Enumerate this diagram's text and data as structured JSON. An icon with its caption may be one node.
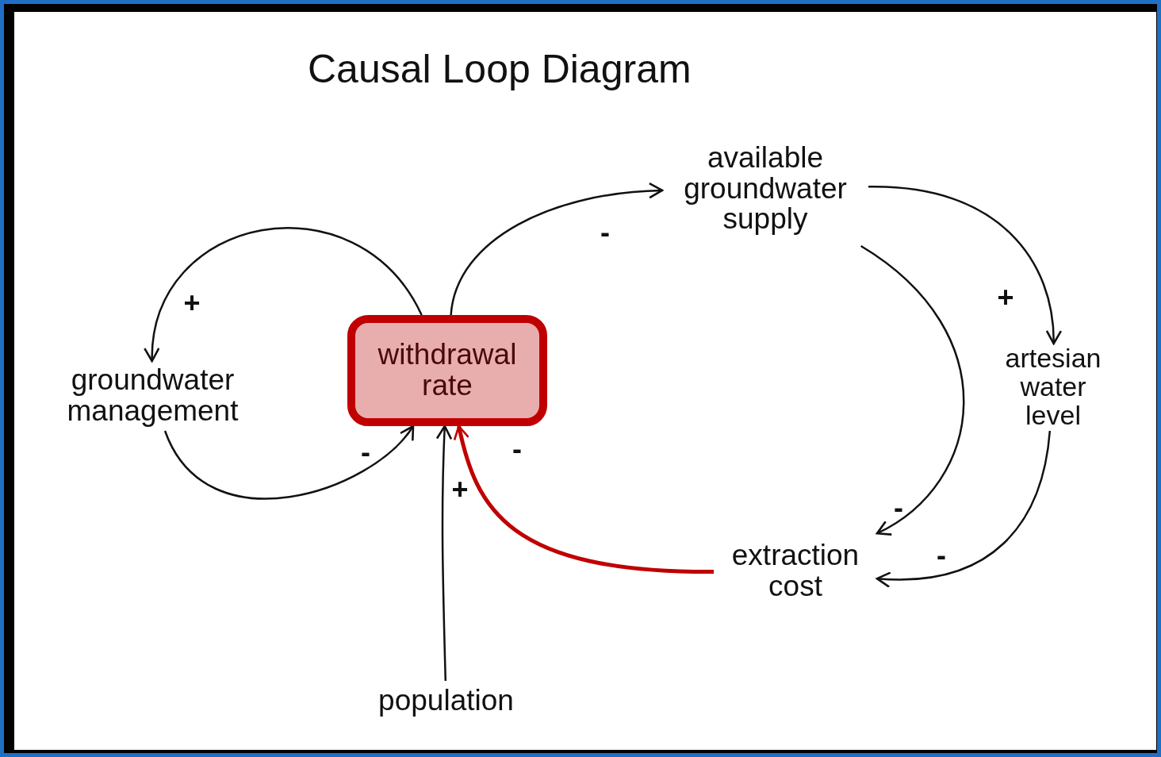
{
  "diagram": {
    "title": "Causal Loop Diagram",
    "nodes": [
      {
        "text": [
          "withdrawal rate"
        ]
      },
      {
        "text": [
          "available groundwater supply"
        ]
      },
      {
        "text": [
          "groundwater management"
        ]
      },
      {
        "text": [
          "artesian water level"
        ]
      },
      {
        "text": [
          "extraction cost"
        ]
      },
      {
        "text": [
          "population"
        ]
      }
    ],
    "edges": [
      {
        "from": 0,
        "to": 1,
        "arrow": "to",
        "label": "-"
      },
      {
        "from": 0,
        "to": 2,
        "arrow": "to",
        "label": "+"
      },
      {
        "from": 2,
        "to": 0,
        "arrow": "to",
        "label": "-"
      },
      {
        "from": 5,
        "to": 0,
        "arrow": "to",
        "label": "+"
      },
      {
        "from": 4,
        "to": 0,
        "arrow": "to",
        "label": "-",
        "style": "thick",
        "color": "#c00000"
      },
      {
        "from": 1,
        "to": 3,
        "arrow": "to",
        "label": "+"
      },
      {
        "from": 1,
        "to": 4,
        "arrow": "to",
        "label": "-"
      },
      {
        "from": 3,
        "to": 4,
        "arrow": "to",
        "label": "-"
      }
    ]
  }
}
